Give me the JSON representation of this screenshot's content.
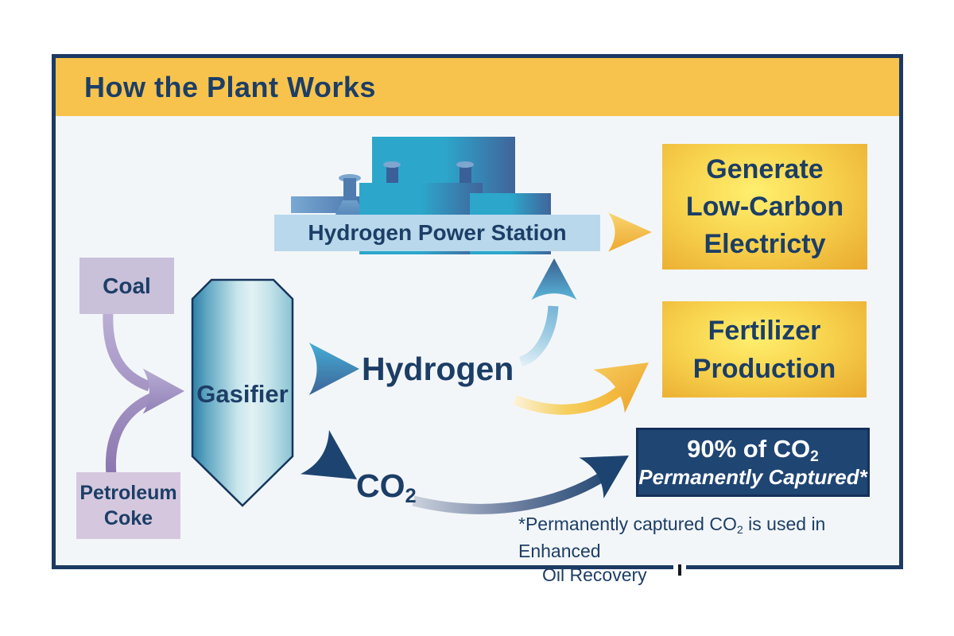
{
  "title": "How the Plant Works",
  "feedstocks": {
    "coal": "Coal",
    "petroleum_coke_line1": "Petroleum",
    "petroleum_coke_line2": "Coke"
  },
  "process": {
    "gasifier": "Gasifier",
    "hydrogen": "Hydrogen",
    "co2_base": "CO",
    "co2_sub": "2",
    "power_station": "Hydrogen Power Station"
  },
  "outputs": {
    "electricity_line1": "Generate",
    "electricity_line2": "Low-Carbon",
    "electricity_line3": "Electricty",
    "fertilizer_line1": "Fertilizer",
    "fertilizer_line2": "Production",
    "capture_line1_base": "90% of CO",
    "capture_line1_sub": "2",
    "capture_line2": "Permanently Captured*"
  },
  "footnote": {
    "line1_before": "*Permanently captured CO",
    "line1_sub": "2",
    "line1_after": " is used in Enhanced",
    "line2": "Oil Recovery"
  },
  "colors": {
    "band_gold": "#f7c34c",
    "navy_text": "#1c3e66",
    "navy_box": "#1f4573",
    "lavender": "#c9c0da",
    "banner_blue": "#b9d8ec",
    "arrow_purple": "#9d8ec4",
    "arrow_gold": "#f2b232",
    "frame_background": "#f3f6f9"
  }
}
